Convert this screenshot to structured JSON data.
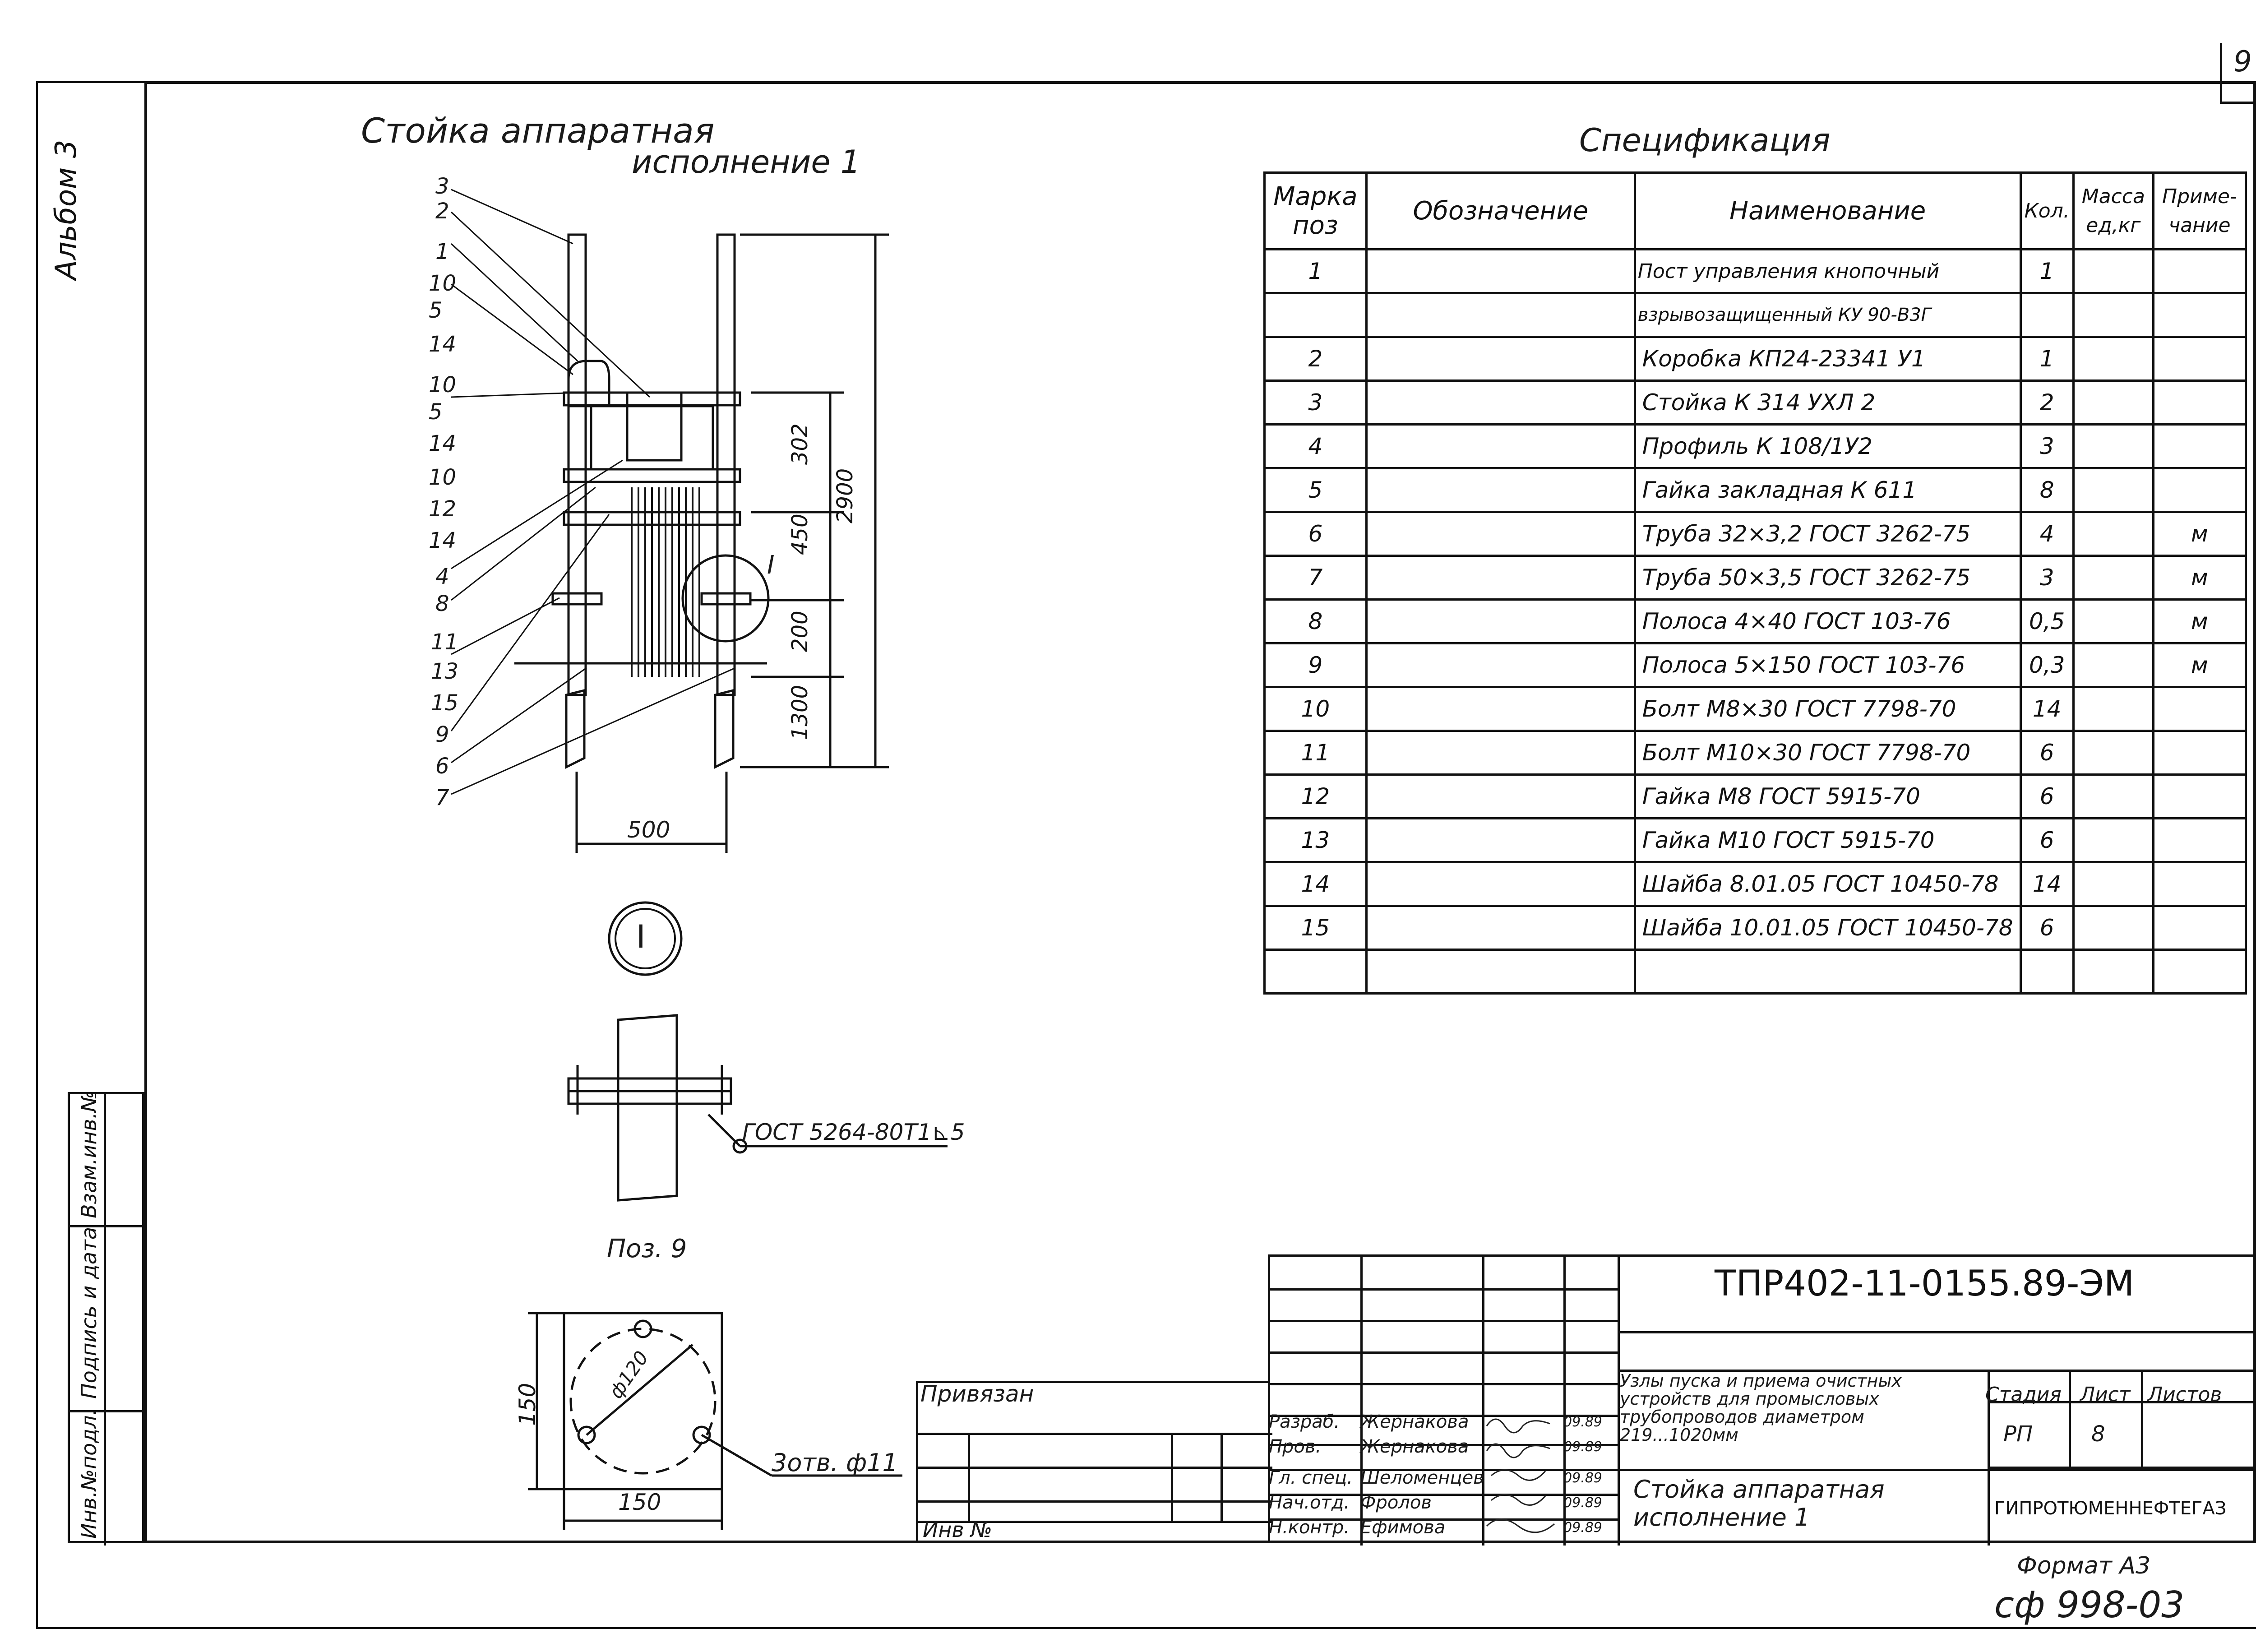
{
  "page": {
    "sheet_number": "9",
    "album_label": "Альбом 3",
    "format": "Формат А3",
    "doc_code_handwritten": "сф 998-03"
  },
  "drawing": {
    "title_line1": "Стойка аппаратная",
    "title_line2": "исполнение 1",
    "callouts_left": [
      "3",
      "2",
      "1",
      "10",
      "5",
      "14",
      "10",
      "5",
      "14",
      "10",
      "12",
      "14",
      "4",
      "8",
      "11",
      "13",
      "15",
      "9",
      "6",
      "7"
    ],
    "dims": {
      "d302": "302",
      "d450": "450",
      "d200": "200",
      "d1300": "1300",
      "d2900": "2900",
      "d500": "500"
    },
    "detail_marker": "I",
    "detail_label": "I",
    "weld_note": "ГОСТ 5264-80Т1⊾5",
    "pos9_label": "Поз. 9",
    "plate_dim_w": "150",
    "plate_dim_h": "150",
    "plate_circle": "ф120",
    "holes_note": "3отв. ф11"
  },
  "spec": {
    "title": "Спецификация",
    "headers": [
      "Марка поз",
      "Обозначение",
      "Наименование",
      "Кол.",
      "Масса ед,кг",
      "Приме-чание"
    ],
    "rows": [
      {
        "pos": "1",
        "name": "Пост управления кнопочный",
        "qty": "1",
        "note": ""
      },
      {
        "pos": "",
        "name": "взрывозащищенный КУ 90-В3Г",
        "qty": "",
        "note": ""
      },
      {
        "pos": "2",
        "name": "Коробка КП24-23341 У1",
        "qty": "1",
        "note": ""
      },
      {
        "pos": "3",
        "name": "Стойка К 314 УХЛ 2",
        "qty": "2",
        "note": ""
      },
      {
        "pos": "4",
        "name": "Профиль К 108/1У2",
        "qty": "3",
        "note": ""
      },
      {
        "pos": "5",
        "name": "Гайка закладная К 611",
        "qty": "8",
        "note": ""
      },
      {
        "pos": "6",
        "name": "Труба 32×3,2 ГОСТ 3262-75",
        "qty": "4",
        "note": "м"
      },
      {
        "pos": "7",
        "name": "Труба 50×3,5 ГОСТ 3262-75",
        "qty": "3",
        "note": "м"
      },
      {
        "pos": "8",
        "name": "Полоса 4×40 ГОСТ 103-76",
        "qty": "0,5",
        "note": "м"
      },
      {
        "pos": "9",
        "name": "Полоса 5×150 ГОСТ 103-76",
        "qty": "0,3",
        "note": "м"
      },
      {
        "pos": "10",
        "name": "Болт М8×30 ГОСТ 7798-70",
        "qty": "14",
        "note": ""
      },
      {
        "pos": "11",
        "name": "Болт М10×30 ГОСТ 7798-70",
        "qty": "6",
        "note": ""
      },
      {
        "pos": "12",
        "name": "Гайка М8 ГОСТ 5915-70",
        "qty": "6",
        "note": ""
      },
      {
        "pos": "13",
        "name": "Гайка М10 ГОСТ 5915-70",
        "qty": "6",
        "note": ""
      },
      {
        "pos": "14",
        "name": "Шайба 8.01.05 ГОСТ 10450-78",
        "qty": "14",
        "note": ""
      },
      {
        "pos": "15",
        "name": "Шайба 10.01.05 ГОСТ 10450-78",
        "qty": "6",
        "note": ""
      },
      {
        "pos": "",
        "name": "",
        "qty": "",
        "note": ""
      }
    ]
  },
  "side_strip": {
    "inv_podl": "Инв.№подл.",
    "podpis_data": "Подпись и дата",
    "vzam_inv": "Взам.инв.№"
  },
  "title_block": {
    "doc_number": "ТПР402-11-0155.89-ЭМ",
    "privyazan": "Привязан",
    "inv_no": "Инв №",
    "project_title": "Узлы пуска и приема очистных устройств для промысловых трубопроводов диаметром 219...1020мм",
    "sheet_title": "Стойка аппаратная исполнение 1",
    "stadiya_label": "Стадия",
    "list_label": "Лист",
    "listov_label": "Листов",
    "stadiya": "РП",
    "list": "8",
    "listov": "",
    "org": "ГИПРОТЮМЕННЕФТЕГАЗ",
    "roles": [
      {
        "role": "Разраб.",
        "name": "Жернакова",
        "date": "09.89"
      },
      {
        "role": "Пров.",
        "name": "Жернакова",
        "date": "09.89"
      },
      {
        "role": "Гл. спец.",
        "name": "Шеломенцев",
        "date": "09.89"
      },
      {
        "role": "Нач.отд.",
        "name": "Фролов",
        "date": "09.89"
      },
      {
        "role": "Н.контр.",
        "name": "Ефимова",
        "date": "09.89"
      }
    ]
  }
}
